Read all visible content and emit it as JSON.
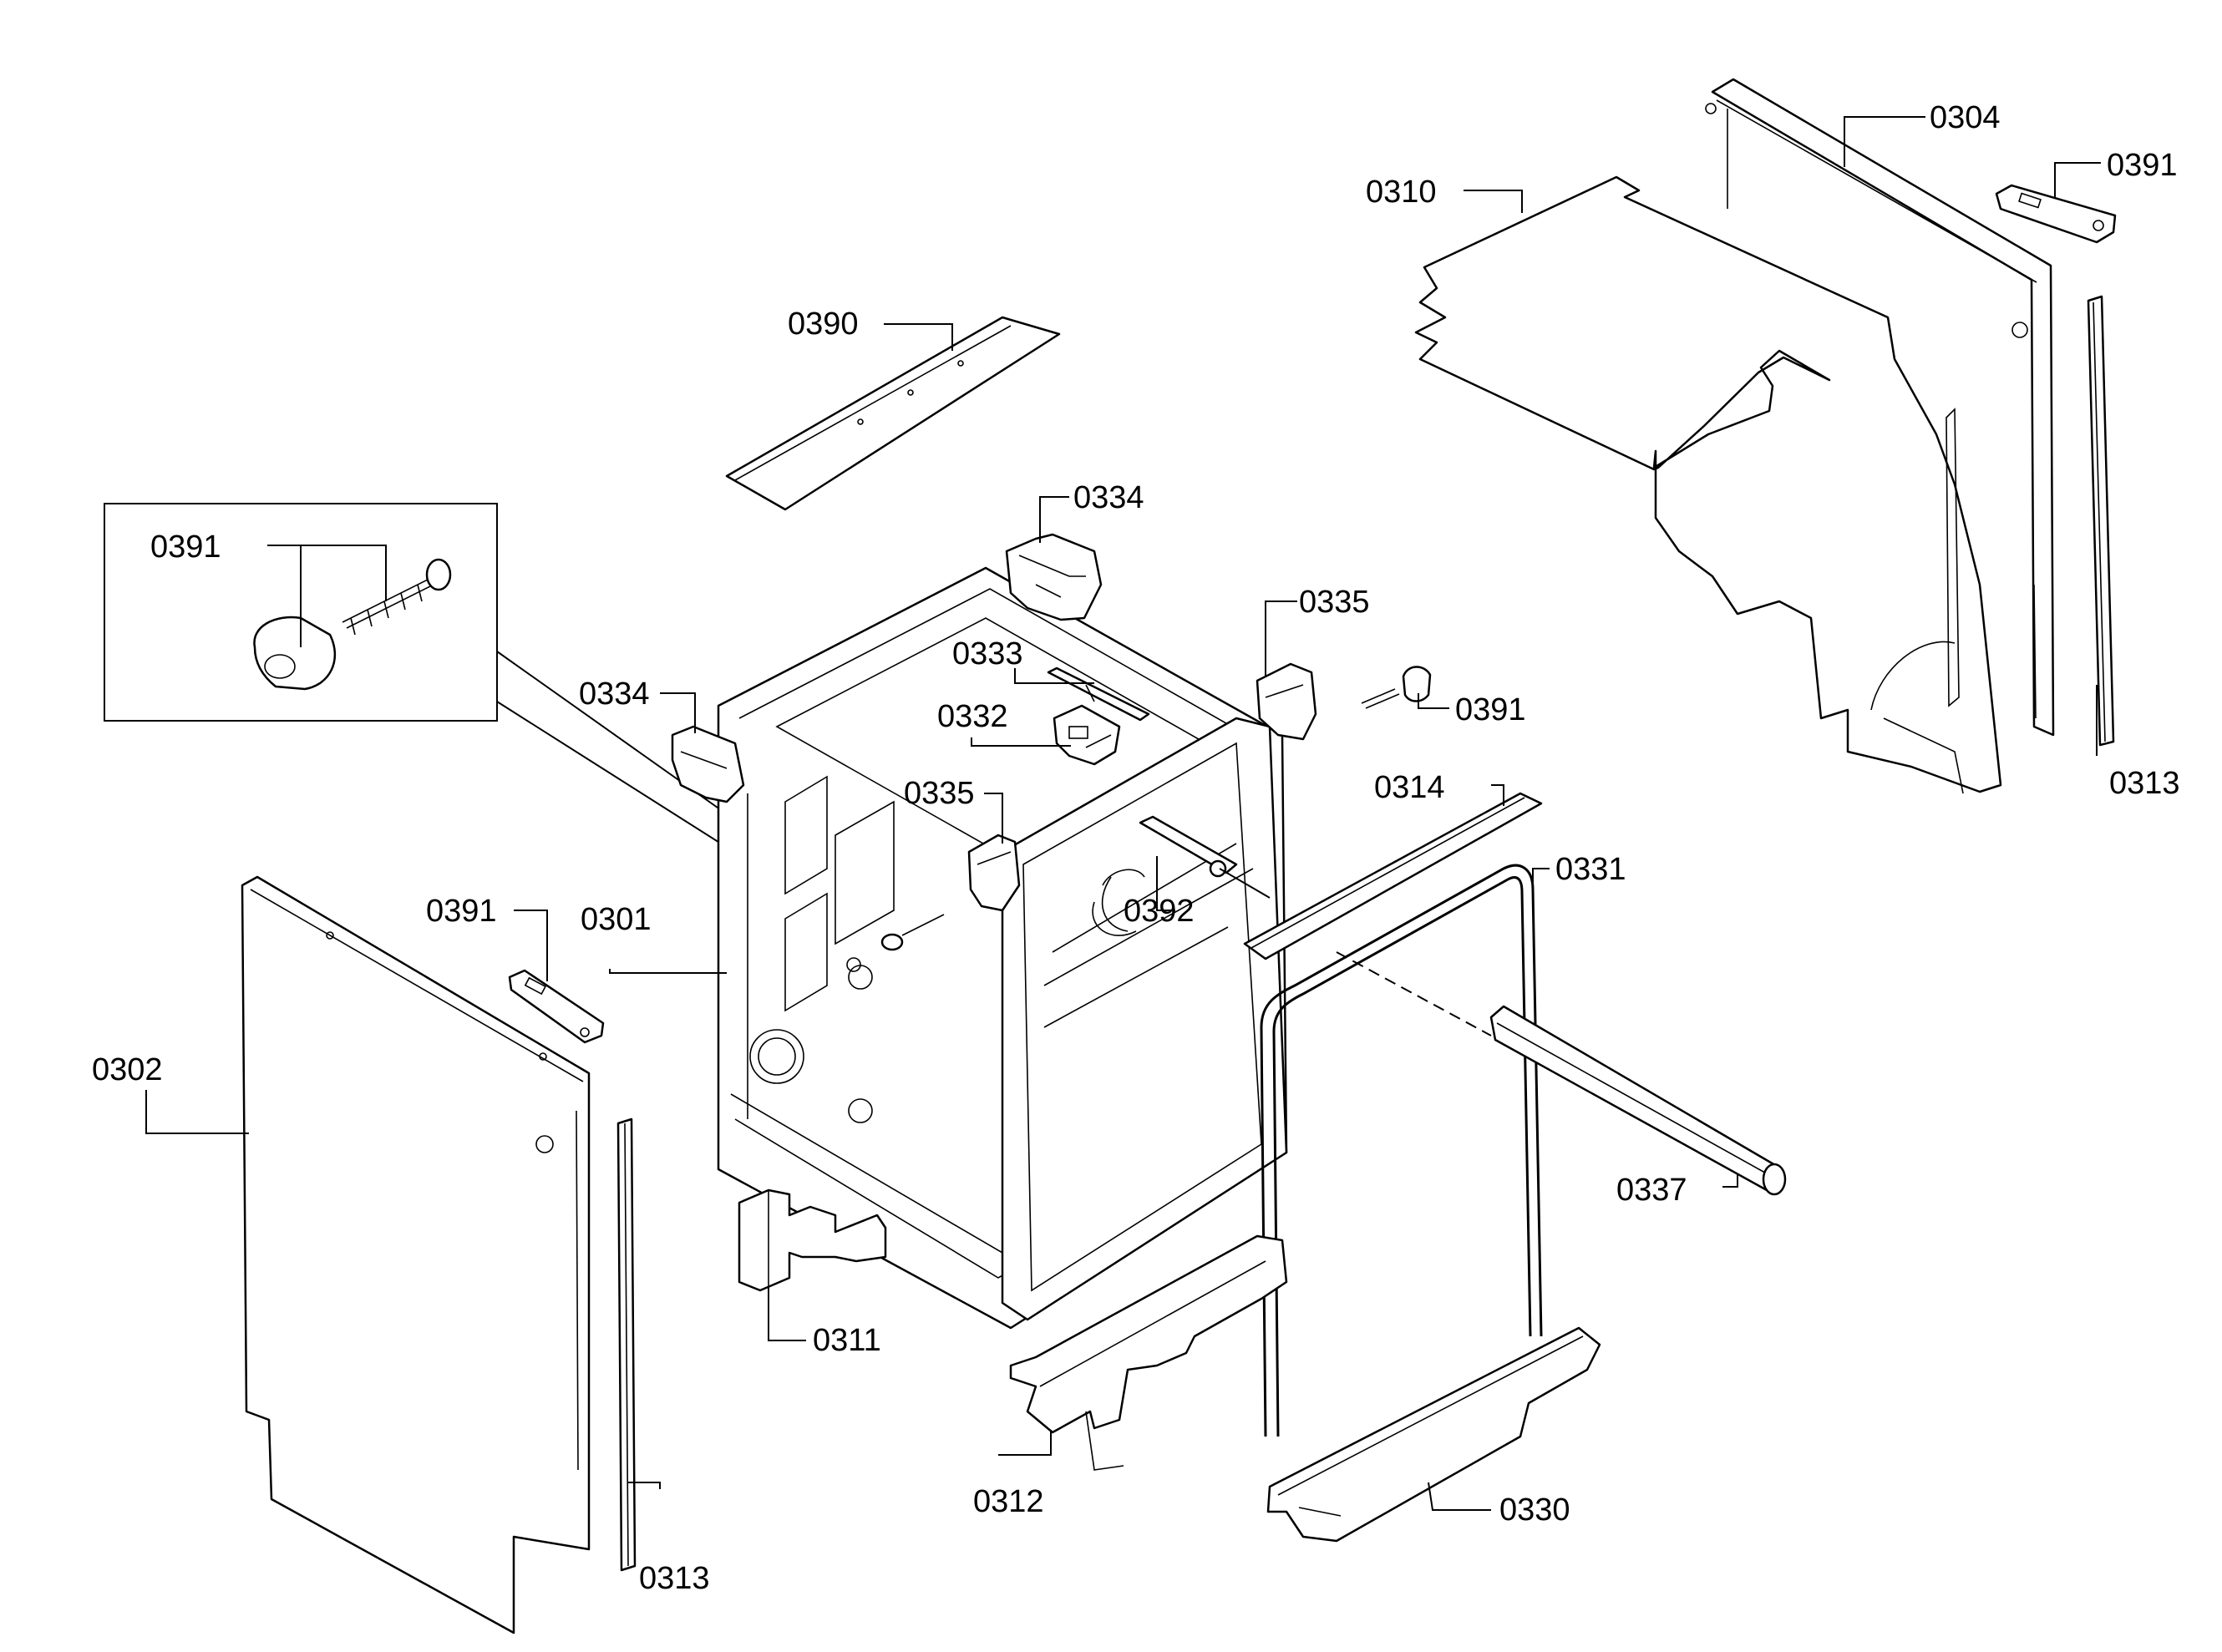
{
  "diagram": {
    "background": "#ffffff",
    "ink": "#000000",
    "labels": {
      "l0304": "0304",
      "l0391_top": "0391",
      "l0310": "0310",
      "l0390": "0390",
      "l0334_top": "0334",
      "l0391_inset": "0391",
      "l0335_right": "0335",
      "l0333": "0333",
      "l0334_left": "0334",
      "l0391_mid": "0391",
      "l0332": "0332",
      "l0335_mid": "0335",
      "l0314": "0314",
      "l0313_right": "0313",
      "l0331": "0331",
      "l0392": "0392",
      "l0391_left": "0391",
      "l0301": "0301",
      "l0302": "0302",
      "l0337": "0337",
      "l0311": "0311",
      "l0312": "0312",
      "l0330": "0330",
      "l0313_left": "0313"
    }
  }
}
